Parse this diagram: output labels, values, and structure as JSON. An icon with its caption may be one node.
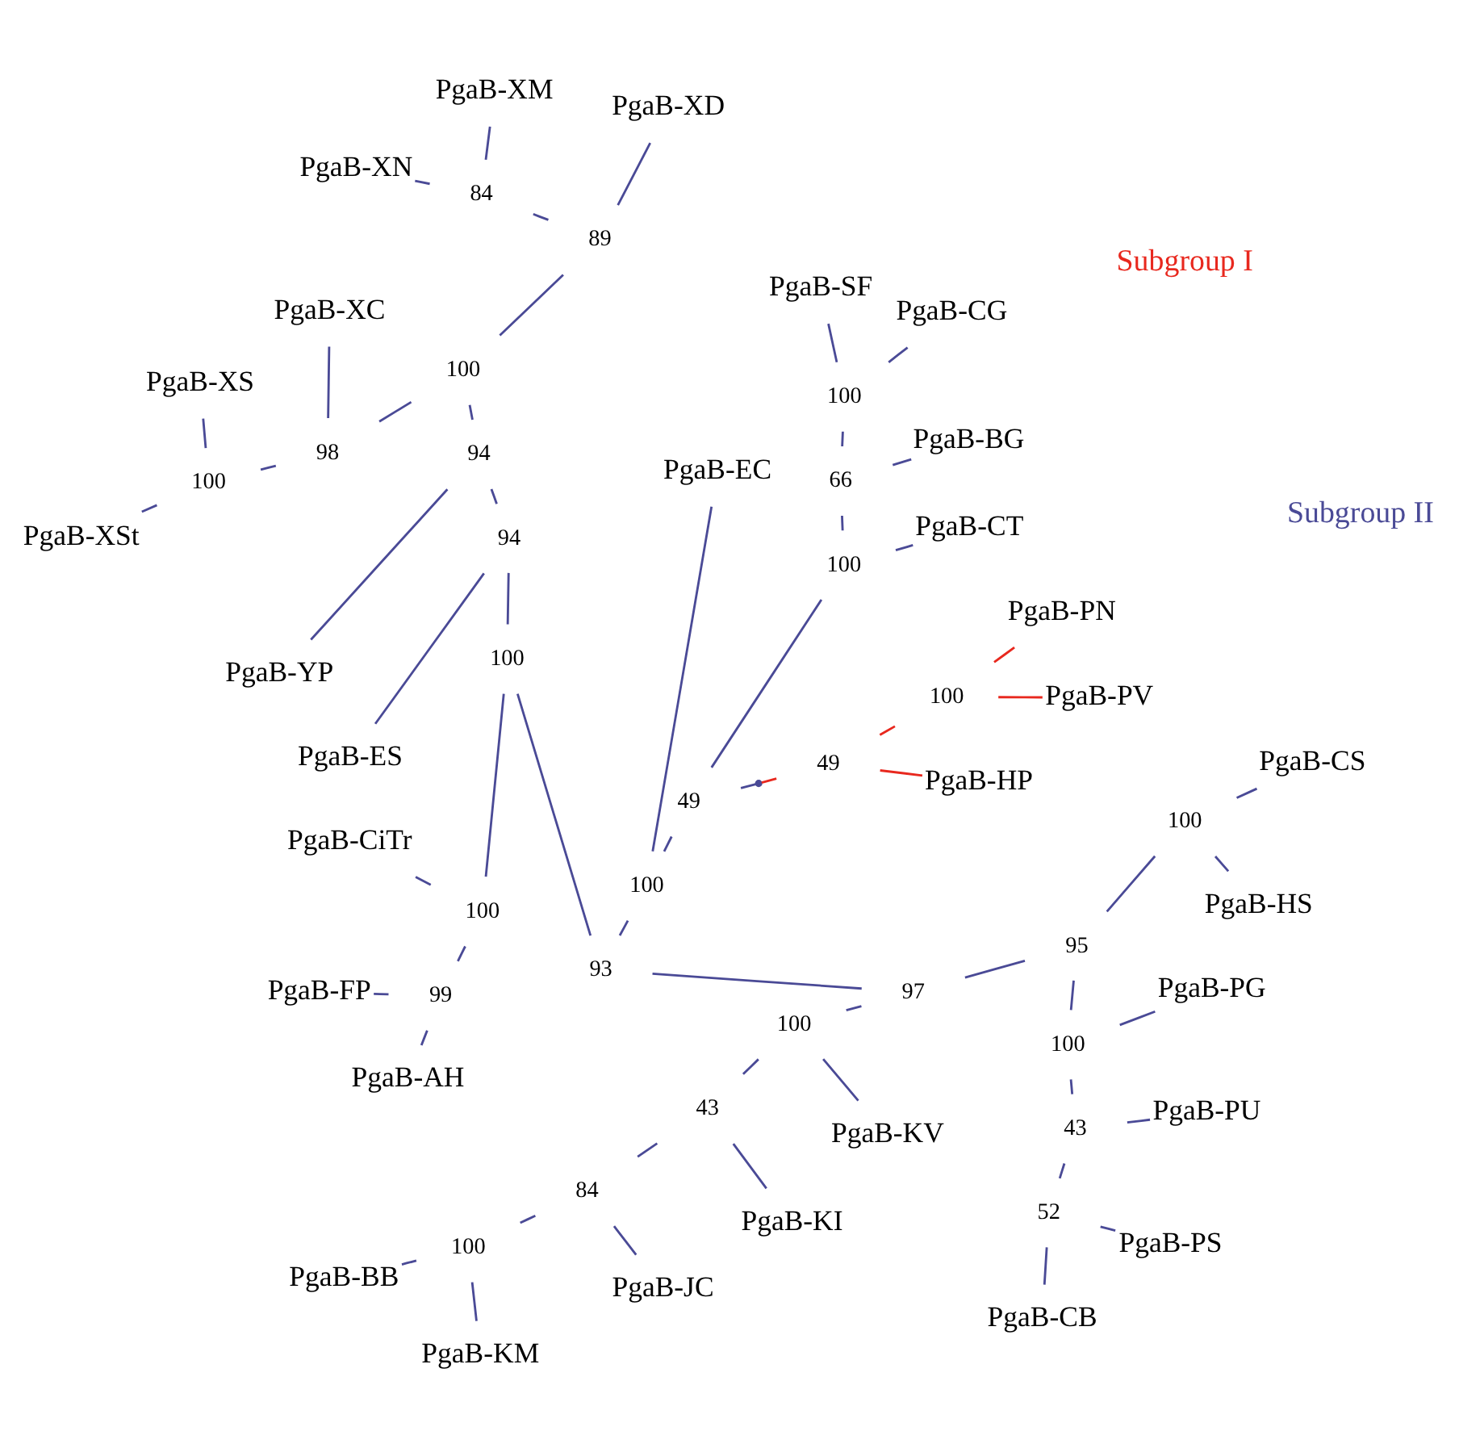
{
  "diagram": {
    "nodes": [
      {
        "text": [],
        "shape": "point"
      },
      {
        "text": [
          "49"
        ]
      },
      {
        "text": [
          "PgaB-HP"
        ]
      },
      {
        "text": [
          "100"
        ]
      },
      {
        "text": [
          "PgaB-PV"
        ]
      },
      {
        "text": [
          "PgaB-PN"
        ]
      },
      {
        "text": [
          "49"
        ]
      },
      {
        "text": [
          "100"
        ]
      },
      {
        "text": [
          "PgaB-CT"
        ]
      },
      {
        "text": [
          "66"
        ]
      },
      {
        "text": [
          "PgaB-BG"
        ]
      },
      {
        "text": [
          "100"
        ]
      },
      {
        "text": [
          "PgaB-CG"
        ]
      },
      {
        "text": [
          "PgaB-SF"
        ]
      },
      {
        "text": [
          "100"
        ]
      },
      {
        "text": [
          "PgaB-EC"
        ]
      },
      {
        "text": [
          "93"
        ]
      },
      {
        "text": [
          "100"
        ]
      },
      {
        "text": [
          "94"
        ]
      },
      {
        "text": [
          "94"
        ]
      },
      {
        "text": [
          "100"
        ]
      },
      {
        "text": [
          "89"
        ]
      },
      {
        "text": [
          "PgaB-XD"
        ]
      },
      {
        "text": [
          "84"
        ]
      },
      {
        "text": [
          "PgaB-XM"
        ]
      },
      {
        "text": [
          "PgaB-XN"
        ]
      },
      {
        "text": [
          "98"
        ]
      },
      {
        "text": [
          "PgaB-XC"
        ]
      },
      {
        "text": [
          "100"
        ]
      },
      {
        "text": [
          "PgaB-XS"
        ]
      },
      {
        "text": [
          "PgaB-XSt"
        ]
      },
      {
        "text": [
          "PgaB-YP"
        ]
      },
      {
        "text": [
          "PgaB-ES"
        ]
      },
      {
        "text": [
          "100"
        ]
      },
      {
        "text": [
          "PgaB-CiTr"
        ]
      },
      {
        "text": [
          "99"
        ]
      },
      {
        "text": [
          "PgaB-FP"
        ]
      },
      {
        "text": [
          "PgaB-AH"
        ]
      },
      {
        "text": [
          "97"
        ]
      },
      {
        "text": [
          "100"
        ]
      },
      {
        "text": [
          "43"
        ]
      },
      {
        "text": [
          "84"
        ]
      },
      {
        "text": [
          "100"
        ]
      },
      {
        "text": [
          "PgaB-BB"
        ]
      },
      {
        "text": [
          "PgaB-KM"
        ]
      },
      {
        "text": [
          "PgaB-JC"
        ]
      },
      {
        "text": [
          "PgaB-KI"
        ]
      },
      {
        "text": [
          "PgaB-KV"
        ]
      },
      {
        "text": [
          "95"
        ]
      },
      {
        "text": [
          "100"
        ]
      },
      {
        "text": [
          "43"
        ]
      },
      {
        "text": [
          "52"
        ]
      },
      {
        "text": [
          "PgaB-CB"
        ]
      },
      {
        "text": [
          "PgaB-PS"
        ]
      },
      {
        "text": [
          "PgaB-PU"
        ]
      },
      {
        "text": [
          "PgaB-PG"
        ]
      },
      {
        "text": [
          "100"
        ]
      },
      {
        "text": [
          "PgaB-HS"
        ]
      },
      {
        "text": [
          "PgaB-CS"
        ]
      }
    ],
    "edges": [
      {
        "from": 0,
        "to": 1,
        "arrow": "none",
        "color": "#e8281e"
      },
      {
        "from": 1,
        "to": 2,
        "arrow": "none",
        "color": "#e8281e"
      },
      {
        "from": 1,
        "to": 3,
        "arrow": "none",
        "color": "#e8281e"
      },
      {
        "from": 3,
        "to": 4,
        "arrow": "none",
        "color": "#e8281e"
      },
      {
        "from": 3,
        "to": 5,
        "arrow": "none",
        "color": "#e8281e"
      },
      {
        "from": 0,
        "to": 6,
        "arrow": "none"
      },
      {
        "from": 6,
        "to": 14,
        "arrow": "none"
      },
      {
        "from": 6,
        "to": 7,
        "arrow": "none"
      },
      {
        "from": 7,
        "to": 8,
        "arrow": "none"
      },
      {
        "from": 7,
        "to": 9,
        "arrow": "none"
      },
      {
        "from": 9,
        "to": 10,
        "arrow": "none"
      },
      {
        "from": 9,
        "to": 11,
        "arrow": "none"
      },
      {
        "from": 11,
        "to": 12,
        "arrow": "none"
      },
      {
        "from": 11,
        "to": 13,
        "arrow": "none"
      },
      {
        "from": 14,
        "to": 15,
        "arrow": "none"
      },
      {
        "from": 14,
        "to": 16,
        "arrow": "none"
      },
      {
        "from": 16,
        "to": 17,
        "arrow": "none"
      },
      {
        "from": 16,
        "to": 38,
        "arrow": "none"
      },
      {
        "from": 17,
        "to": 18,
        "arrow": "none"
      },
      {
        "from": 17,
        "to": 33,
        "arrow": "none"
      },
      {
        "from": 18,
        "to": 19,
        "arrow": "none"
      },
      {
        "from": 18,
        "to": 32,
        "arrow": "none"
      },
      {
        "from": 19,
        "to": 20,
        "arrow": "none"
      },
      {
        "from": 19,
        "to": 31,
        "arrow": "none"
      },
      {
        "from": 20,
        "to": 21,
        "arrow": "none"
      },
      {
        "from": 20,
        "to": 26,
        "arrow": "none"
      },
      {
        "from": 21,
        "to": 22,
        "arrow": "none"
      },
      {
        "from": 21,
        "to": 23,
        "arrow": "none"
      },
      {
        "from": 23,
        "to": 24,
        "arrow": "none"
      },
      {
        "from": 23,
        "to": 25,
        "arrow": "none"
      },
      {
        "from": 26,
        "to": 27,
        "arrow": "none"
      },
      {
        "from": 26,
        "to": 28,
        "arrow": "none"
      },
      {
        "from": 28,
        "to": 29,
        "arrow": "none"
      },
      {
        "from": 28,
        "to": 30,
        "arrow": "none"
      },
      {
        "from": 33,
        "to": 34,
        "arrow": "none"
      },
      {
        "from": 33,
        "to": 35,
        "arrow": "none"
      },
      {
        "from": 35,
        "to": 36,
        "arrow": "none"
      },
      {
        "from": 35,
        "to": 37,
        "arrow": "none"
      },
      {
        "from": 38,
        "to": 39,
        "arrow": "none"
      },
      {
        "from": 38,
        "to": 48,
        "arrow": "none"
      },
      {
        "from": 39,
        "to": 40,
        "arrow": "none"
      },
      {
        "from": 39,
        "to": 47,
        "arrow": "none"
      },
      {
        "from": 40,
        "to": 41,
        "arrow": "none"
      },
      {
        "from": 40,
        "to": 46,
        "arrow": "none"
      },
      {
        "from": 41,
        "to": 42,
        "arrow": "none"
      },
      {
        "from": 41,
        "to": 45,
        "arrow": "none"
      },
      {
        "from": 42,
        "to": 43,
        "arrow": "none"
      },
      {
        "from": 42,
        "to": 44,
        "arrow": "none"
      },
      {
        "from": 48,
        "to": 49,
        "arrow": "none"
      },
      {
        "from": 48,
        "to": 56,
        "arrow": "none"
      },
      {
        "from": 49,
        "to": 50,
        "arrow": "none"
      },
      {
        "from": 49,
        "to": 55,
        "arrow": "none"
      },
      {
        "from": 50,
        "to": 51,
        "arrow": "none"
      },
      {
        "from": 50,
        "to": 54,
        "arrow": "none"
      },
      {
        "from": 51,
        "to": 52,
        "arrow": "none"
      },
      {
        "from": 51,
        "to": 53,
        "arrow": "none"
      },
      {
        "from": 56,
        "to": 57,
        "arrow": "none"
      },
      {
        "from": 56,
        "to": 58,
        "arrow": "none"
      }
    ],
    "labels": [
      "Subgroup I",
      "Subgroup II"
    ]
  }
}
